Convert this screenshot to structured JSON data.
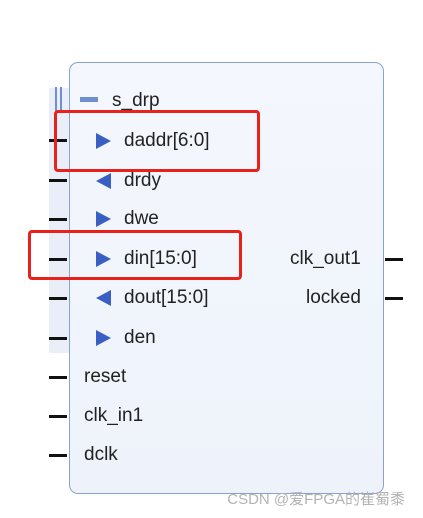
{
  "block": {
    "bus_name": "s_drp",
    "left_ports": [
      {
        "name": "daddr[6:0]",
        "dir": "in",
        "bus": true
      },
      {
        "name": "drdy",
        "dir": "out",
        "bus": true
      },
      {
        "name": "dwe",
        "dir": "in",
        "bus": true
      },
      {
        "name": "din[15:0]",
        "dir": "in",
        "bus": true
      },
      {
        "name": "dout[15:0]",
        "dir": "out",
        "bus": true
      },
      {
        "name": "den",
        "dir": "in",
        "bus": true
      },
      {
        "name": "reset",
        "dir": "in",
        "bus": false
      },
      {
        "name": "clk_in1",
        "dir": "in",
        "bus": false
      },
      {
        "name": "dclk",
        "dir": "in",
        "bus": false
      }
    ],
    "right_ports": [
      {
        "name": "clk_out1"
      },
      {
        "name": "locked"
      }
    ]
  },
  "highlights": [
    "daddr[6:0]",
    "din[15:0]"
  ],
  "colors": {
    "arrow": "#3a5fc4",
    "highlight": "#e8221a",
    "border": "#8aa2cf"
  },
  "watermark": "CSDN @爱FPGA的崔蜀黍"
}
